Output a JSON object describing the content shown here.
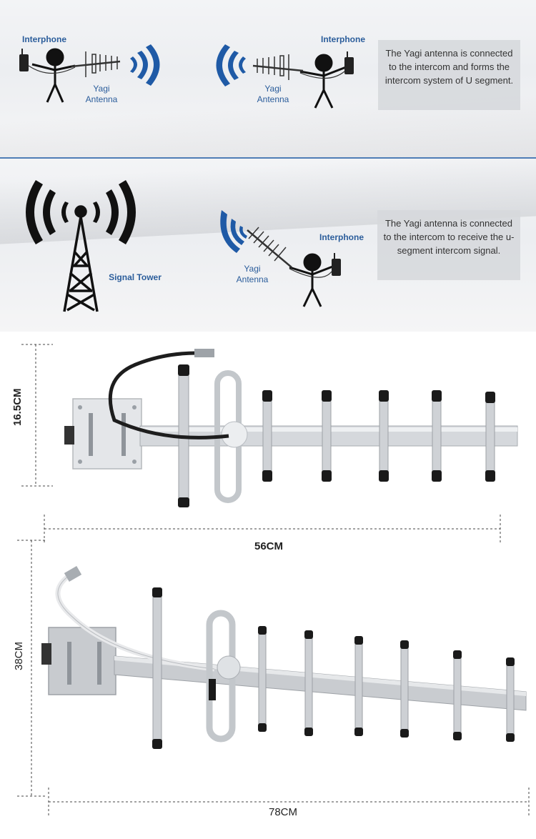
{
  "panel_1": {
    "left_figure": {
      "device_label": "Interphone",
      "antenna_label_line1": "Yagi",
      "antenna_label_line2": "Antenna"
    },
    "right_figure": {
      "device_label": "Interphone",
      "antenna_label_line1": "Yagi",
      "antenna_label_line2": "Antenna"
    },
    "info_text": "The Yagi antenna is connected to the intercom and forms the intercom system of U segment."
  },
  "panel_2": {
    "tower_label": "Signal Tower",
    "figure": {
      "device_label": "Interphone",
      "antenna_label_line1": "Yagi",
      "antenna_label_line2": "Antenna"
    },
    "info_text": "The Yagi antenna is connected to the intercom to receive the u-segment intercom signal."
  },
  "product_small": {
    "height_label": "16.5CM",
    "width_label": "56CM"
  },
  "product_large": {
    "height_label": "38CM",
    "width_label": "78CM"
  },
  "colors": {
    "accent_blue": "#2b5d9b",
    "wave_blue": "#1f5aa6",
    "divider": "#4f7db6",
    "aluminum": "#c9ccd0"
  }
}
